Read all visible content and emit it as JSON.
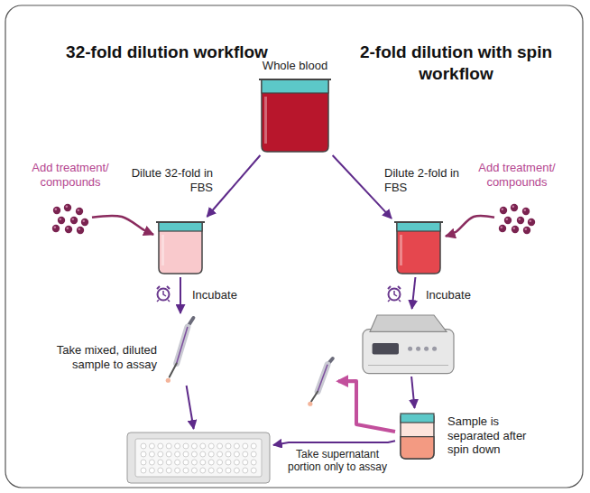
{
  "diagram": {
    "nodes": [
      {
        "text": [
          "Whole blood"
        ]
      },
      {
        "text": [
          "Add treatment/ compounds"
        ]
      },
      {
        "text": []
      },
      {
        "text": [
          "Add treatment/ compounds"
        ]
      },
      {
        "text": []
      },
      {
        "text": [
          "Take mixed, diluted sample to assay"
        ]
      },
      {
        "text": []
      },
      {
        "text": []
      },
      {
        "text": [
          "Sample is separated after spin down"
        ]
      },
      {
        "text": []
      }
    ],
    "edges": [
      {
        "from": 0,
        "to": 2,
        "arrow": "to",
        "label": "Dilute 32-fold in FBS"
      },
      {
        "from": 0,
        "to": 4,
        "arrow": "to",
        "label": "Dilute 2-fold in FBS"
      },
      {
        "from": 1,
        "to": 2,
        "arrow": "to"
      },
      {
        "from": 3,
        "to": 4,
        "arrow": "to"
      },
      {
        "from": 2,
        "to": 5,
        "arrow": "to",
        "label": "Incubate"
      },
      {
        "from": 4,
        "to": 6,
        "arrow": "to",
        "label": "Incubate"
      },
      {
        "from": 5,
        "to": 9,
        "arrow": "to"
      },
      {
        "from": 6,
        "to": 8,
        "arrow": "to"
      },
      {
        "from": 8,
        "to": 7,
        "arrow": "to"
      },
      {
        "from": 8,
        "to": 9,
        "arrow": "to",
        "label": "Take supernatant portion only to assay"
      }
    ],
    "labels": [
      "32-fold dilution workflow",
      "2-fold dilution with spin workflow"
    ]
  }
}
